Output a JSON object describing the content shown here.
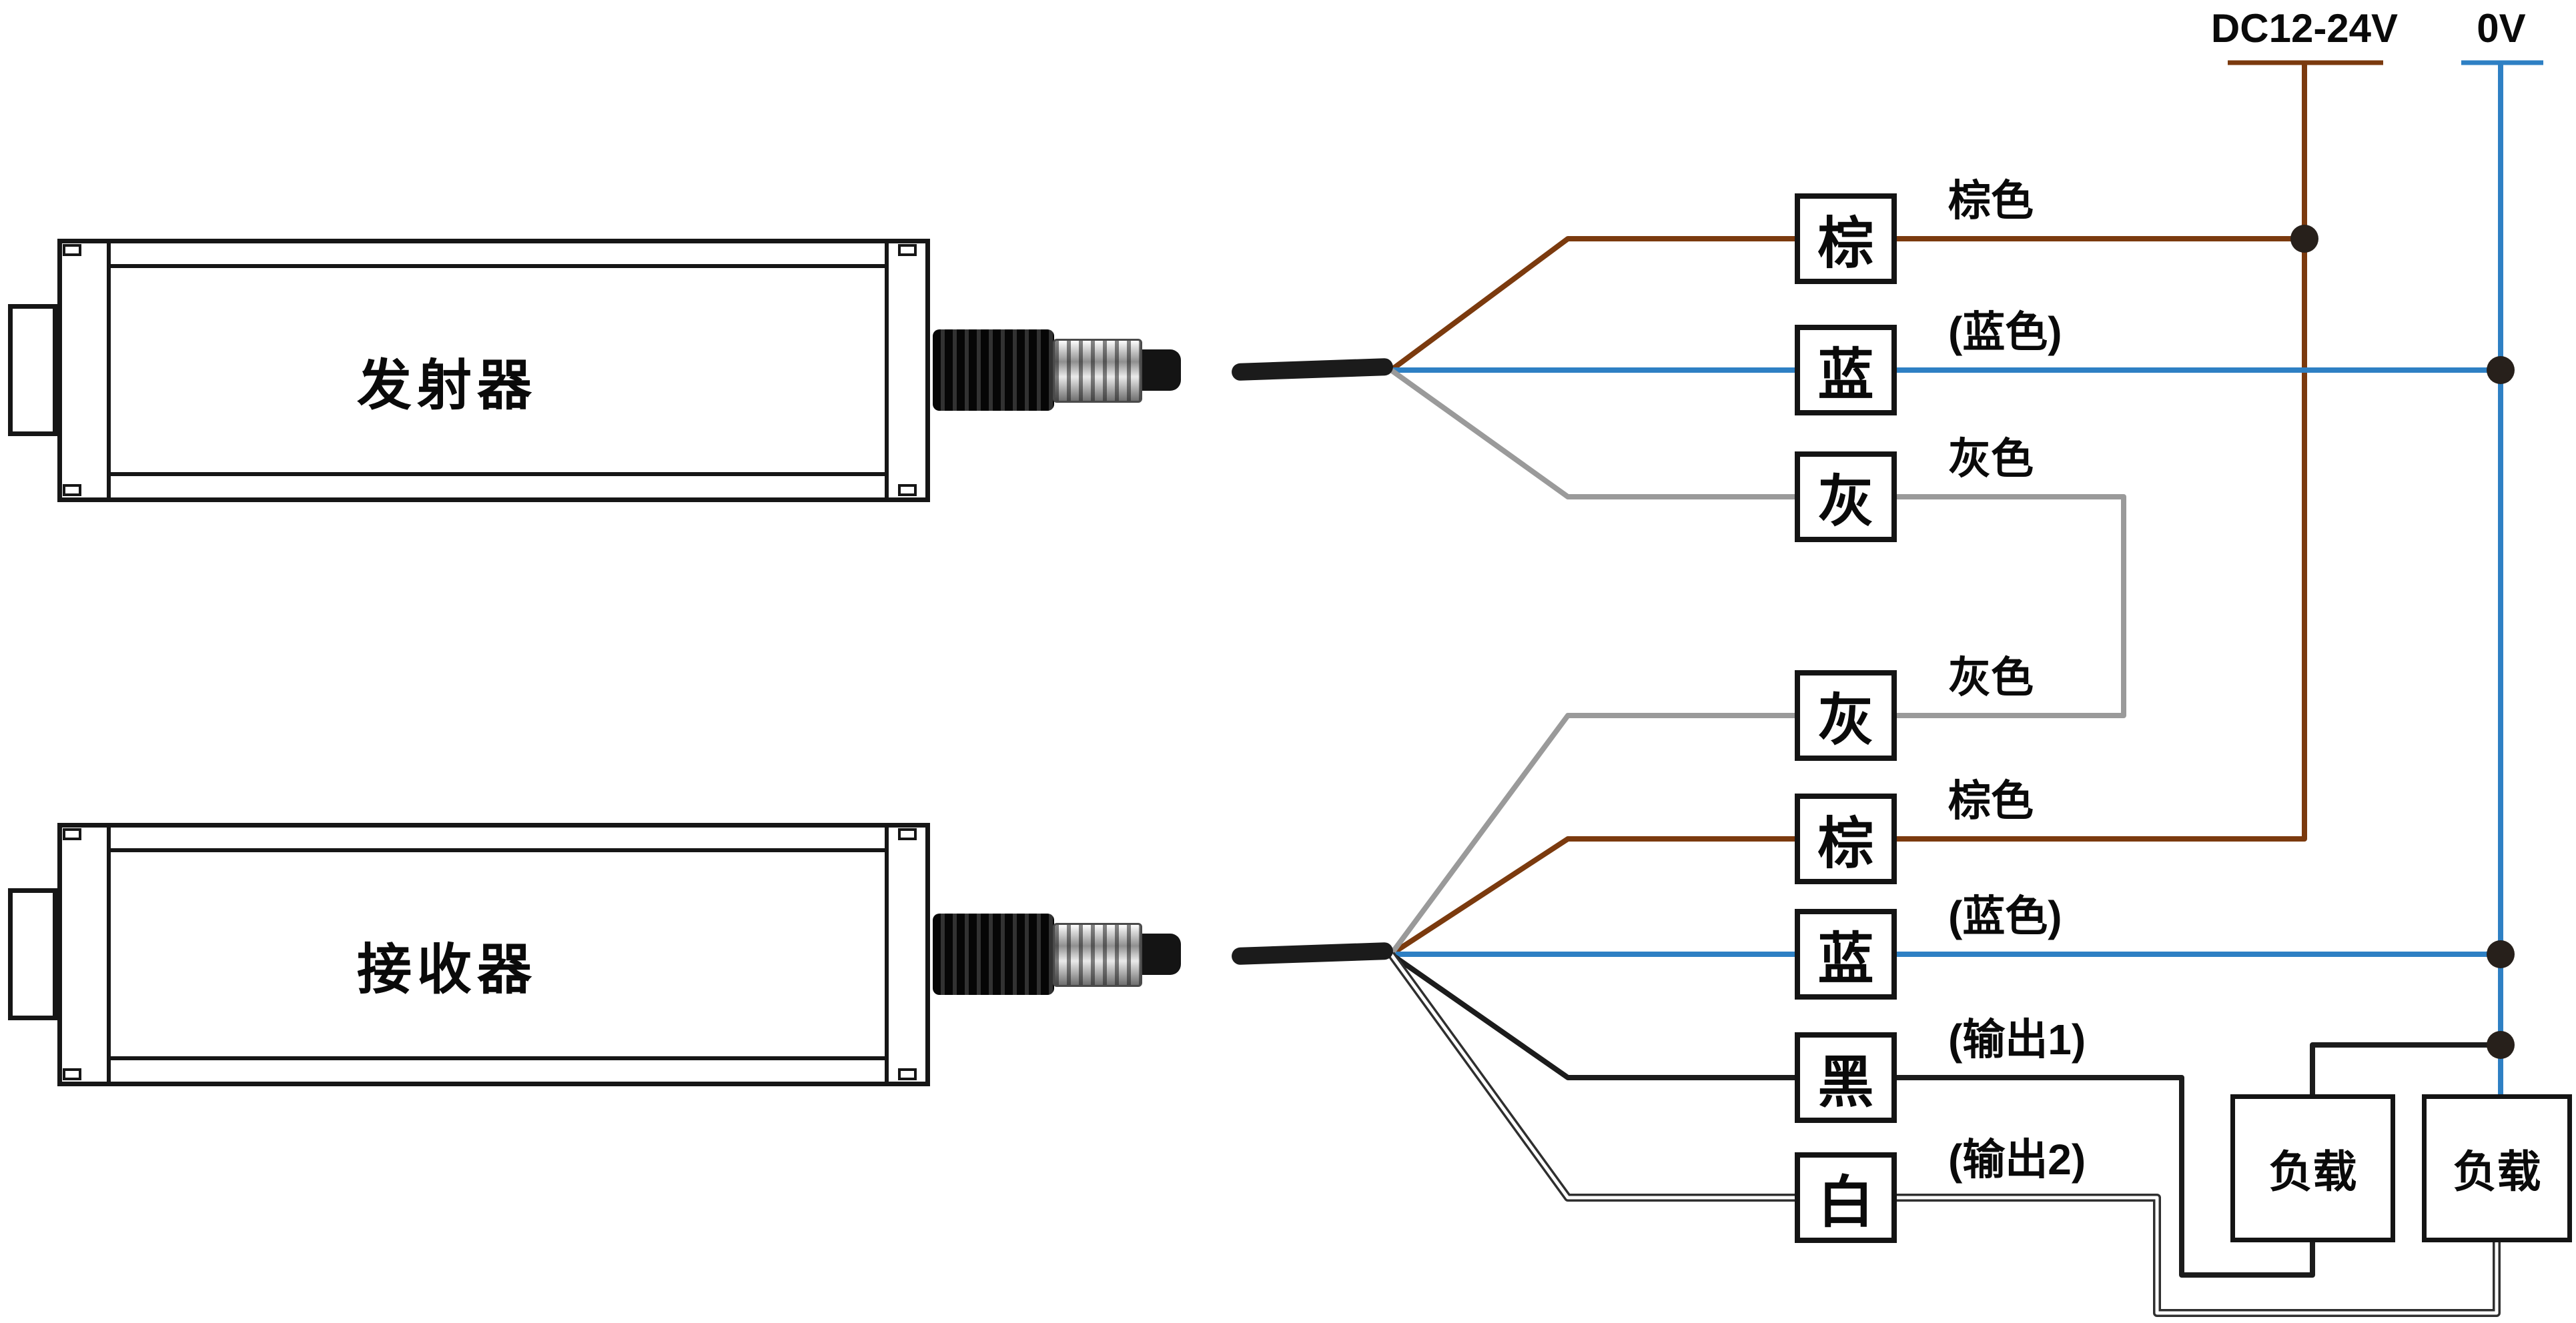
{
  "colors": {
    "brown": "#7b3a0e",
    "blue": "#2e80c4",
    "gray": "#9a9a9a",
    "black": "#1c1c1c",
    "white_outline": "#2f2f2f",
    "dot": "#27201b"
  },
  "power": {
    "positive_label": "DC12-24V",
    "negative_label": "0V"
  },
  "devices": {
    "emitter_label": "发射器",
    "receiver_label": "接收器"
  },
  "wires": [
    {
      "char": "棕",
      "label": "棕色"
    },
    {
      "char": "蓝",
      "label": "(蓝色)"
    },
    {
      "char": "灰",
      "label": "灰色"
    },
    {
      "char": "灰",
      "label": "灰色"
    },
    {
      "char": "棕",
      "label": "棕色"
    },
    {
      "char": "蓝",
      "label": "(蓝色)"
    },
    {
      "char": "黑",
      "label": "(输出1)"
    },
    {
      "char": "白",
      "label": "(输出2)"
    }
  ],
  "loads": {
    "load1_label": "负载",
    "load2_label": "负载"
  }
}
